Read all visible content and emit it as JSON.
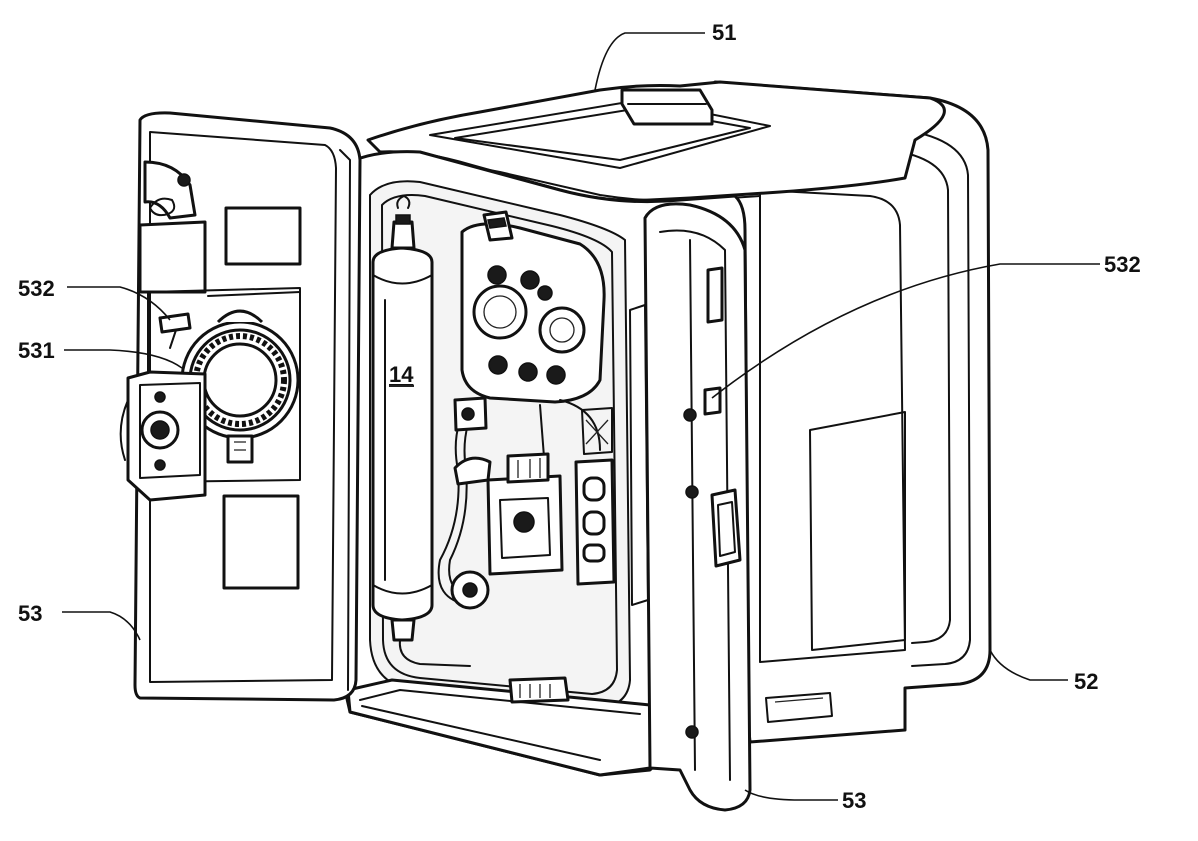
{
  "labels": {
    "top_housing": "51",
    "rear_housing": "52",
    "left_door": "53",
    "right_door": "53",
    "left_latch": "532",
    "right_latch": "532",
    "pump_assembly": "531",
    "filter_cartridge": "14"
  }
}
